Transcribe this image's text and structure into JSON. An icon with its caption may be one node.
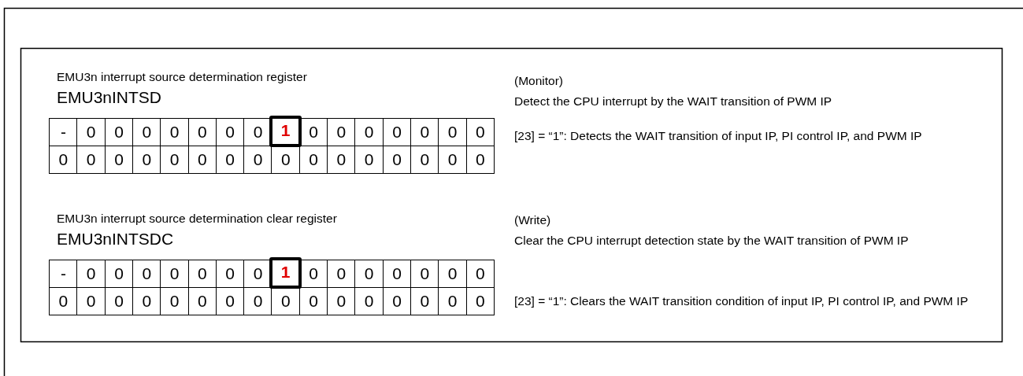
{
  "diagram": {
    "labels": [
      "EMU3n interrupt source determination register",
      "EMU3nINTSD",
      "-",
      "0",
      "0",
      "0",
      "0",
      "0",
      "0",
      "0",
      "1",
      "0",
      "0",
      "0",
      "0",
      "0",
      "0",
      "0",
      "0",
      "0",
      "0",
      "0",
      "0",
      "0",
      "0",
      "0",
      "0",
      "0",
      "0",
      "0",
      "0",
      "0",
      "0",
      "0",
      "(Monitor)",
      "Detect the CPU interrupt by the WAIT transition of PWM IP",
      "[23] = “1”: Detects the WAIT transition of input IP, PI control IP, and PWM IP",
      "EMU3n interrupt source determination clear register",
      "EMU3nINTSDC",
      "-",
      "0",
      "0",
      "0",
      "0",
      "0",
      "0",
      "0",
      "1",
      "0",
      "0",
      "0",
      "0",
      "0",
      "0",
      "0",
      "0",
      "0",
      "0",
      "0",
      "0",
      "0",
      "0",
      "0",
      "0",
      "0",
      "0",
      "0",
      "0",
      "0",
      "0",
      "0",
      "(Write)",
      "Clear the CPU interrupt detection state by the WAIT transition of PWM IP",
      "[23] = “1”: Clears the WAIT transition condition of input IP, PI control IP, and PWM IP"
    ]
  }
}
